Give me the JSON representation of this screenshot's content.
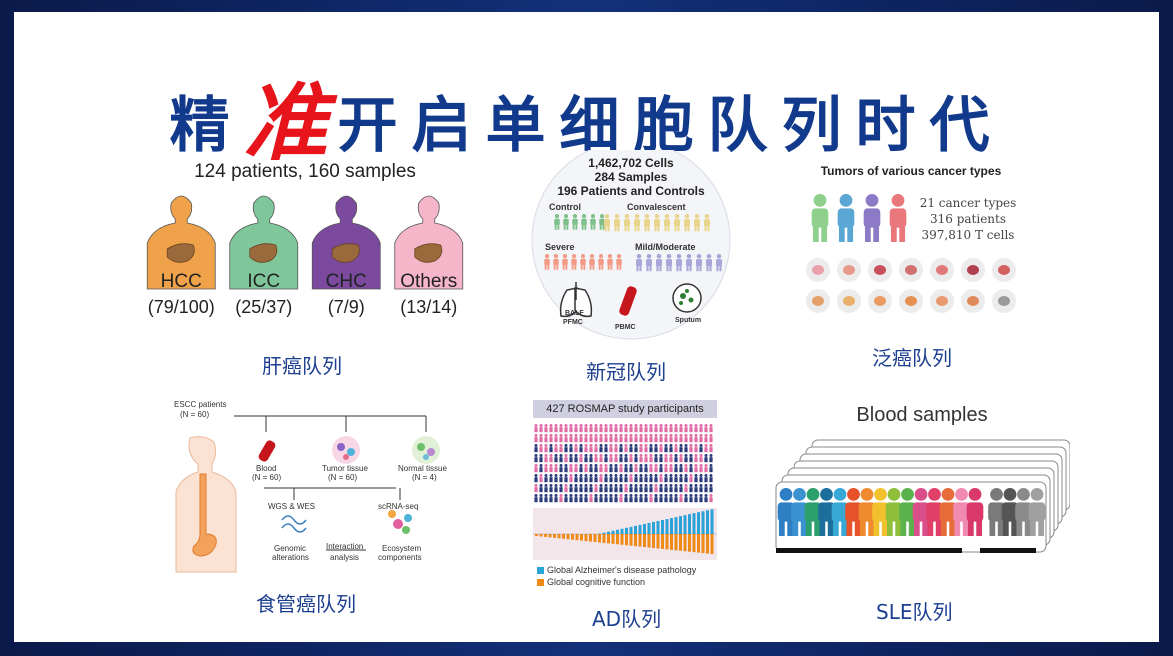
{
  "title_prefix": "精",
  "title_highlight": "准",
  "title_rest": "开启单细胞队列时代",
  "liver": {
    "header": "124 patients, 160 samples",
    "groups": [
      {
        "name": "HCC",
        "count": "(79/100)",
        "color": "#f0a24a"
      },
      {
        "name": "ICC",
        "count": "(25/37)",
        "color": "#7fc79a"
      },
      {
        "name": "CHC",
        "count": "(7/9)",
        "color": "#7b4a9e"
      },
      {
        "name": "Others",
        "count": "(13/14)",
        "color": "#f4b6c8"
      }
    ],
    "caption": "肝癌队列"
  },
  "covid": {
    "line1": "1,462,702 Cells",
    "line2": "284 Samples",
    "line3": "196 Patients and Controls",
    "control": "Control",
    "convalescent": "Convalescent",
    "severe": "Severe",
    "mild": "Mild/Moderate",
    "balf": "BALF",
    "pfmc": "PFMC",
    "pbmc": "PBMC",
    "sputum": "Sputum",
    "caption": "新冠队列"
  },
  "pan": {
    "header": "Tumors of various cancer types",
    "line1": "21 cancer types",
    "line2": "316 patients",
    "line3": "397,810 T cells",
    "caption": "泛癌队列"
  },
  "escc": {
    "root1": "ESCC patients",
    "root2": "(N = 60)",
    "blood": "Blood",
    "blood_n": "(N = 60)",
    "tumor": "Tumor tissue",
    "tumor_n": "(N = 60)",
    "normal": "Normal tissue",
    "normal_n": "(N = 4)",
    "wgs": "WGS & WES",
    "scrna": "scRNA-seq",
    "genomic1": "Genomic",
    "genomic2": "alterations",
    "inter1": "Interaction",
    "inter2": "analysis",
    "eco1": "Ecosystem",
    "eco2": "components",
    "caption": "食管癌队列"
  },
  "ad": {
    "header": "427 ROSMAP study participants",
    "legend1": "Global Alzheimer's disease pathology",
    "legend2": "Global cognitive function",
    "caption": "AD队列"
  },
  "sle": {
    "header": "Blood samples",
    "caption": "SLE队列"
  }
}
